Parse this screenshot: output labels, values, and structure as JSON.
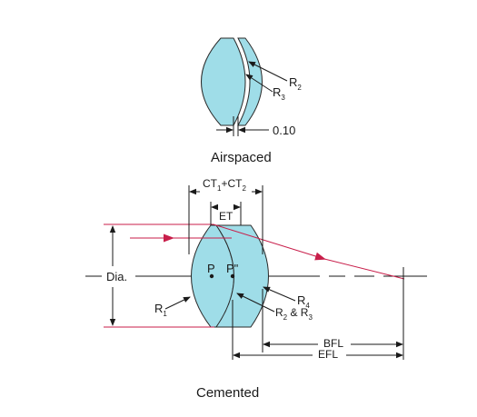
{
  "colors": {
    "glass": "#9fdde8",
    "lens_outline": "#2a2a2a",
    "ray": "#c81e4a",
    "dimension": "#1a1a1a",
    "background": "#ffffff"
  },
  "airspaced": {
    "caption": "Airspaced",
    "r2_letter": "R",
    "r2_sub": "2",
    "r3_letter": "R",
    "r3_sub": "3",
    "gap": "0.10"
  },
  "cemented": {
    "caption": "Cemented",
    "ct_ct1_letter": "CT",
    "ct_ct1_sub": "1",
    "ct_plus": "+CT",
    "ct_ct2_sub": "2",
    "et": "ET",
    "dia": "Dia.",
    "p": "P",
    "p_double": "P\"",
    "r1_letter": "R",
    "r1_sub": "1",
    "r23_a": "R",
    "r23_a_sub": "2",
    "r23_mid": " & R",
    "r23_b_sub": "3",
    "r4_letter": "R",
    "r4_sub": "4",
    "bfl": "BFL",
    "efl": "EFL"
  }
}
